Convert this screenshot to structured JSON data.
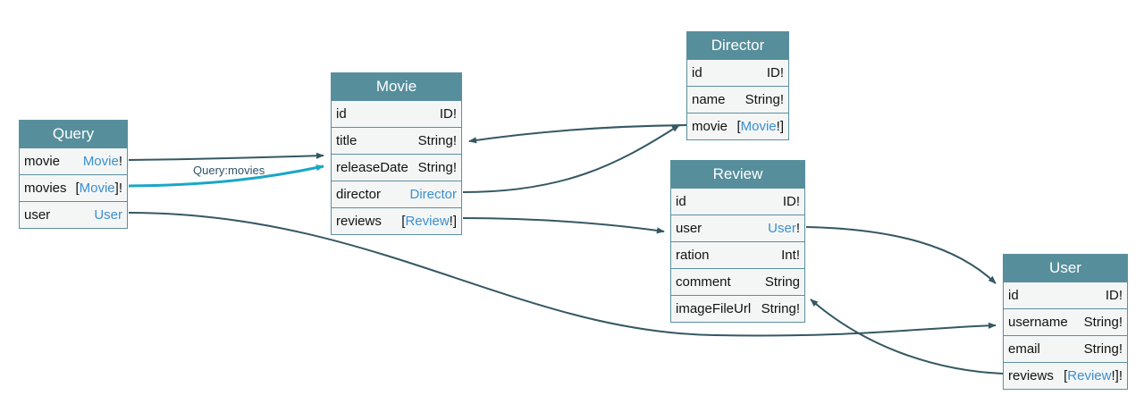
{
  "colors": {
    "header": "#568e9b",
    "body": "#f4f6f6",
    "border": "#5a8fa0",
    "edge": "#355863",
    "highlight": "#1aa7c7",
    "type_link": "#3b8fd1"
  },
  "nodes": {
    "query": {
      "title": "Query",
      "fields": [
        {
          "name": "movie",
          "pre": "",
          "type": "Movie",
          "post": "!"
        },
        {
          "name": "movies",
          "pre": "[",
          "type": "Movie",
          "post": "]!"
        },
        {
          "name": "user",
          "pre": "",
          "type": "User",
          "post": ""
        }
      ]
    },
    "movie": {
      "title": "Movie",
      "fields": [
        {
          "name": "id",
          "pre": "ID!",
          "type": "",
          "post": ""
        },
        {
          "name": "title",
          "pre": "String!",
          "type": "",
          "post": ""
        },
        {
          "name": "releaseDate",
          "pre": "String!",
          "type": "",
          "post": ""
        },
        {
          "name": "director",
          "pre": "",
          "type": "Director",
          "post": ""
        },
        {
          "name": "reviews",
          "pre": "[",
          "type": "Review",
          "post": "!]"
        }
      ]
    },
    "director": {
      "title": "Director",
      "fields": [
        {
          "name": "id",
          "pre": "ID!",
          "type": "",
          "post": ""
        },
        {
          "name": "name",
          "pre": "String!",
          "type": "",
          "post": ""
        },
        {
          "name": "movie",
          "pre": "[",
          "type": "Movie",
          "post": "!]"
        }
      ]
    },
    "review": {
      "title": "Review",
      "fields": [
        {
          "name": "id",
          "pre": "ID!",
          "type": "",
          "post": ""
        },
        {
          "name": "user",
          "pre": "",
          "type": "User",
          "post": "!"
        },
        {
          "name": "ration",
          "pre": "Int!",
          "type": "",
          "post": ""
        },
        {
          "name": "comment",
          "pre": "String",
          "type": "",
          "post": ""
        },
        {
          "name": "imageFileUrl",
          "pre": "String!",
          "type": "",
          "post": ""
        }
      ]
    },
    "user": {
      "title": "User",
      "fields": [
        {
          "name": "id",
          "pre": "ID!",
          "type": "",
          "post": ""
        },
        {
          "name": "username",
          "pre": "String!",
          "type": "",
          "post": ""
        },
        {
          "name": "email",
          "pre": "String!",
          "type": "",
          "post": ""
        },
        {
          "name": "reviews",
          "pre": "[",
          "type": "Review",
          "post": "!]!"
        }
      ]
    }
  },
  "edge_label": "Query:movies"
}
